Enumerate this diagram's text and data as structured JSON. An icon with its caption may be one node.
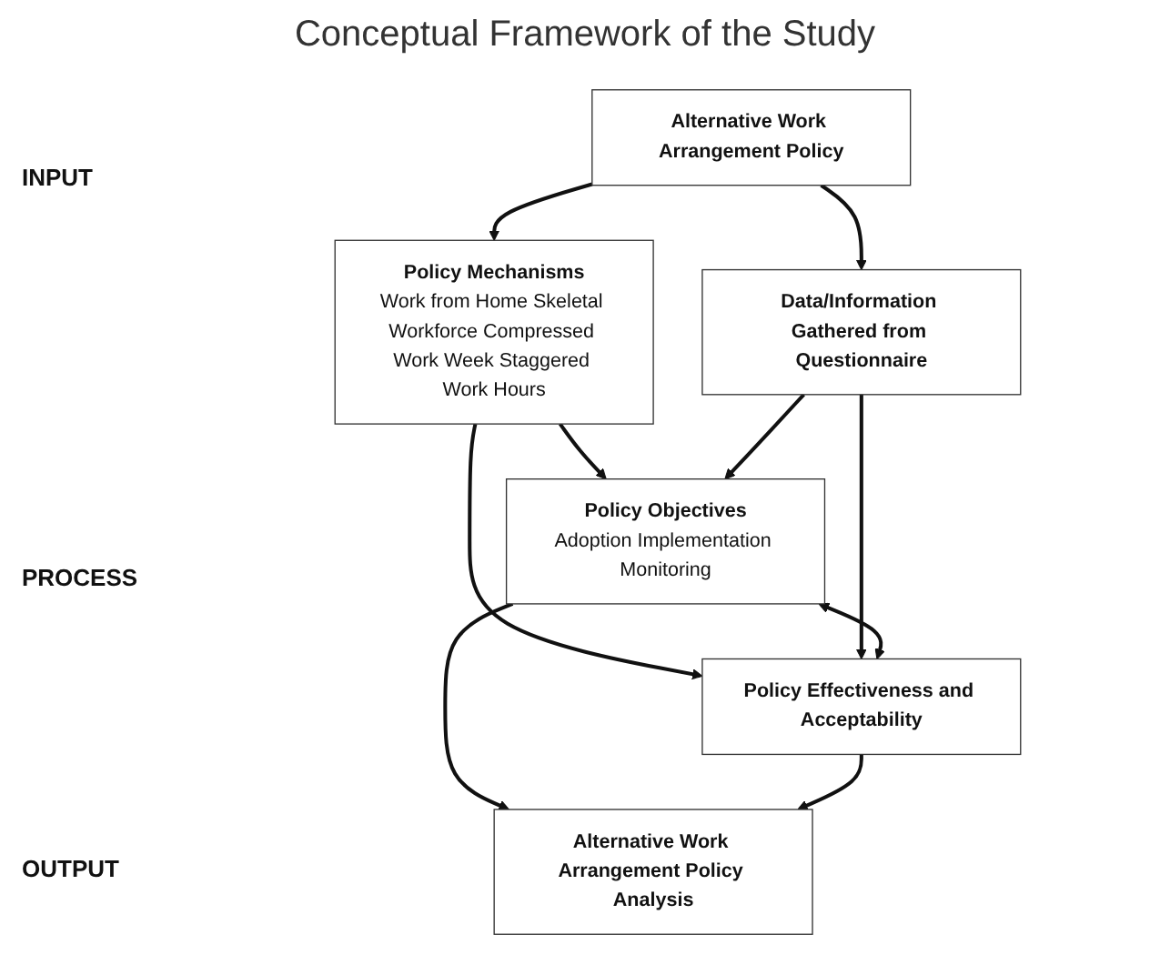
{
  "diagram": {
    "title": "Conceptual Framework of the Study",
    "nodes": [
      {
        "text": [
          "Alternative Work Arrangement Policy"
        ]
      },
      {
        "text": [
          "Policy Mechanisms",
          "Work from Home Skeletal Workforce Compressed Work Week Staggered Work Hours"
        ]
      },
      {
        "text": [
          "Data/Information Gathered from Questionnaire"
        ]
      },
      {
        "text": [
          "Policy Objectives",
          "Adoption Implementation Monitoring"
        ]
      },
      {
        "text": [
          "Policy Effectiveness and Acceptability"
        ]
      },
      {
        "text": [
          "Alternative Work Arrangement Policy Analysis"
        ]
      }
    ],
    "edges": [
      {
        "from": 0,
        "to": 1,
        "arrow": "to"
      },
      {
        "from": 0,
        "to": 2,
        "arrow": "to"
      },
      {
        "from": 1,
        "to": 3,
        "arrow": "to"
      },
      {
        "from": 1,
        "to": 4,
        "arrow": "to"
      },
      {
        "from": 2,
        "to": 3,
        "arrow": "to"
      },
      {
        "from": 2,
        "to": 4,
        "arrow": "to"
      },
      {
        "from": 3,
        "to": 4,
        "arrow": "both"
      },
      {
        "from": 3,
        "to": 5,
        "arrow": "to"
      },
      {
        "from": 4,
        "to": 5,
        "arrow": "to"
      }
    ],
    "labels": [
      "INPUT",
      "PROCESS",
      "OUTPUT"
    ]
  }
}
